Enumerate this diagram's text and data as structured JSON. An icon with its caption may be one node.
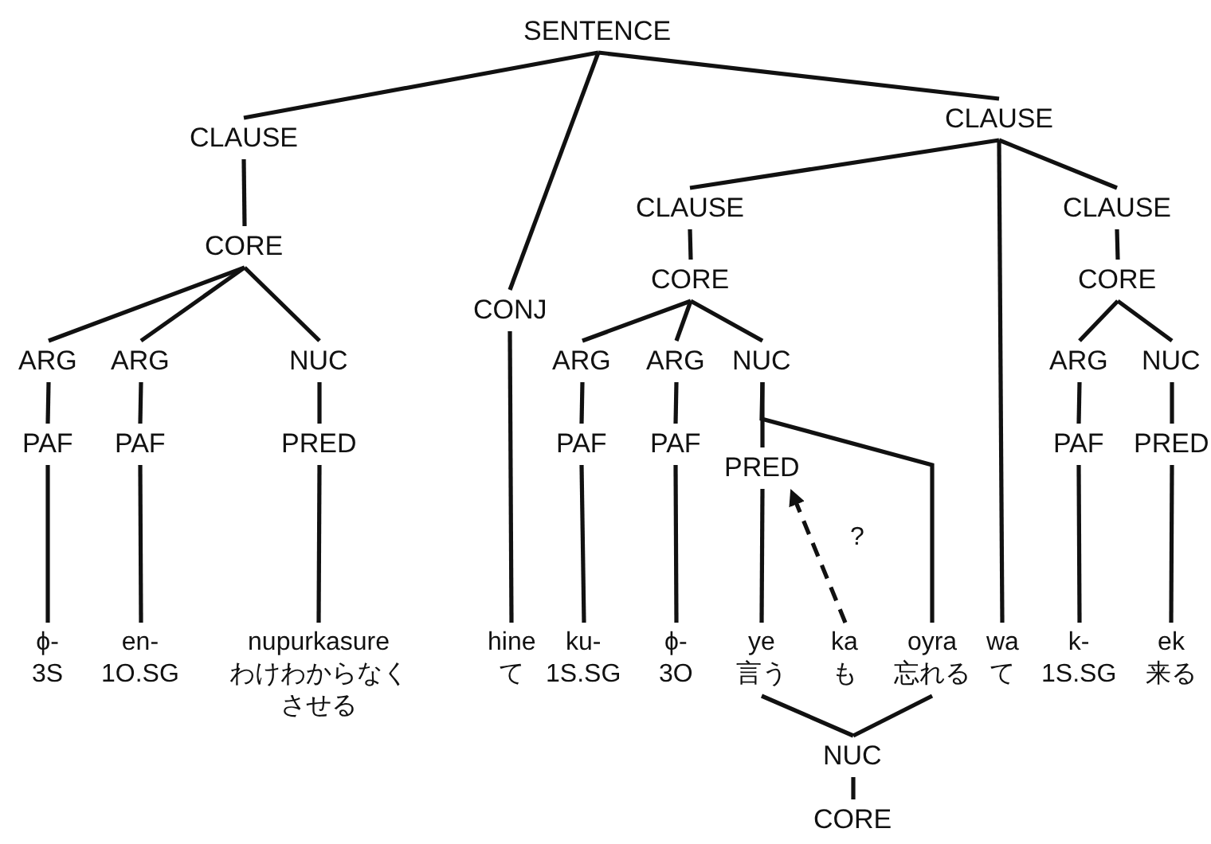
{
  "diagram": {
    "nodes": [
      {
        "text": [
          "SENTENCE"
        ]
      },
      {
        "text": [
          "CLAUSE"
        ]
      },
      {
        "text": [
          "CORE"
        ]
      },
      {
        "text": [
          "ARG"
        ]
      },
      {
        "text": [
          "ARG"
        ]
      },
      {
        "text": [
          "NUC"
        ]
      },
      {
        "text": [
          "PAF"
        ]
      },
      {
        "text": [
          "PAF"
        ]
      },
      {
        "text": [
          "PRED"
        ]
      },
      {
        "text": [
          "ϕ-",
          "3S"
        ]
      },
      {
        "text": [
          "en-",
          "1O.SG"
        ]
      },
      {
        "text": [
          "nupurkasure",
          "わけわからなくさせる"
        ]
      },
      {
        "text": [
          "CONJ"
        ]
      },
      {
        "text": [
          "hine",
          "て"
        ]
      },
      {
        "text": [
          "CLAUSE"
        ]
      },
      {
        "text": [
          "CLAUSE"
        ]
      },
      {
        "text": [
          "CORE"
        ]
      },
      {
        "text": [
          "ARG"
        ]
      },
      {
        "text": [
          "ARG"
        ]
      },
      {
        "text": [
          "NUC"
        ]
      },
      {
        "text": [
          "PAF"
        ]
      },
      {
        "text": [
          "PAF"
        ]
      },
      {
        "text": [
          "PRED"
        ]
      },
      {
        "text": [
          "ku-",
          "1S.SG"
        ]
      },
      {
        "text": [
          "ϕ-",
          "3O"
        ]
      },
      {
        "text": [
          "ye",
          "言う"
        ]
      },
      {
        "text": [
          "ka",
          "も"
        ]
      },
      {
        "text": [
          "oyra",
          "忘れる"
        ]
      },
      {
        "text": [
          "wa",
          "て"
        ]
      },
      {
        "text": [
          "CLAUSE"
        ]
      },
      {
        "text": [
          "CORE"
        ]
      },
      {
        "text": [
          "ARG"
        ]
      },
      {
        "text": [
          "NUC"
        ]
      },
      {
        "text": [
          "PAF"
        ]
      },
      {
        "text": [
          "PRED"
        ]
      },
      {
        "text": [
          "k-",
          "1S.SG"
        ]
      },
      {
        "text": [
          "ek",
          "来る"
        ]
      },
      {
        "text": [
          "NUC"
        ]
      },
      {
        "text": [
          "CORE"
        ]
      }
    ],
    "edges": [
      {
        "from": 0,
        "to": 1,
        "arrow": "none"
      },
      {
        "from": 0,
        "to": 12,
        "arrow": "none"
      },
      {
        "from": 0,
        "to": 14,
        "arrow": "none"
      },
      {
        "from": 1,
        "to": 2,
        "arrow": "none"
      },
      {
        "from": 2,
        "to": 3,
        "arrow": "none"
      },
      {
        "from": 2,
        "to": 4,
        "arrow": "none"
      },
      {
        "from": 2,
        "to": 5,
        "arrow": "none"
      },
      {
        "from": 3,
        "to": 6,
        "arrow": "none"
      },
      {
        "from": 4,
        "to": 7,
        "arrow": "none"
      },
      {
        "from": 5,
        "to": 8,
        "arrow": "none"
      },
      {
        "from": 6,
        "to": 9,
        "arrow": "none"
      },
      {
        "from": 7,
        "to": 10,
        "arrow": "none"
      },
      {
        "from": 8,
        "to": 11,
        "arrow": "none"
      },
      {
        "from": 12,
        "to": 13,
        "arrow": "none"
      },
      {
        "from": 14,
        "to": 15,
        "arrow": "none"
      },
      {
        "from": 14,
        "to": 28,
        "arrow": "none"
      },
      {
        "from": 14,
        "to": 29,
        "arrow": "none"
      },
      {
        "from": 15,
        "to": 16,
        "arrow": "none"
      },
      {
        "from": 16,
        "to": 17,
        "arrow": "none"
      },
      {
        "from": 16,
        "to": 18,
        "arrow": "none"
      },
      {
        "from": 16,
        "to": 19,
        "arrow": "none"
      },
      {
        "from": 17,
        "to": 20,
        "arrow": "none"
      },
      {
        "from": 18,
        "to": 21,
        "arrow": "none"
      },
      {
        "from": 19,
        "to": 22,
        "arrow": "none"
      },
      {
        "from": 20,
        "to": 23,
        "arrow": "none"
      },
      {
        "from": 21,
        "to": 24,
        "arrow": "none"
      },
      {
        "from": 22,
        "to": 25,
        "arrow": "none"
      },
      {
        "from": 19,
        "to": 27,
        "arrow": "none"
      },
      {
        "from": 26,
        "to": 22,
        "arrow": "to",
        "style": "dashed",
        "label": "?"
      },
      {
        "from": 25,
        "to": 37,
        "arrow": "none"
      },
      {
        "from": 27,
        "to": 37,
        "arrow": "none"
      },
      {
        "from": 37,
        "to": 38,
        "arrow": "none"
      },
      {
        "from": 29,
        "to": 30,
        "arrow": "none"
      },
      {
        "from": 30,
        "to": 31,
        "arrow": "none"
      },
      {
        "from": 30,
        "to": 32,
        "arrow": "none"
      },
      {
        "from": 31,
        "to": 33,
        "arrow": "none"
      },
      {
        "from": 32,
        "to": 34,
        "arrow": "none"
      },
      {
        "from": 33,
        "to": 35,
        "arrow": "none"
      },
      {
        "from": 34,
        "to": 36,
        "arrow": "none"
      }
    ]
  }
}
